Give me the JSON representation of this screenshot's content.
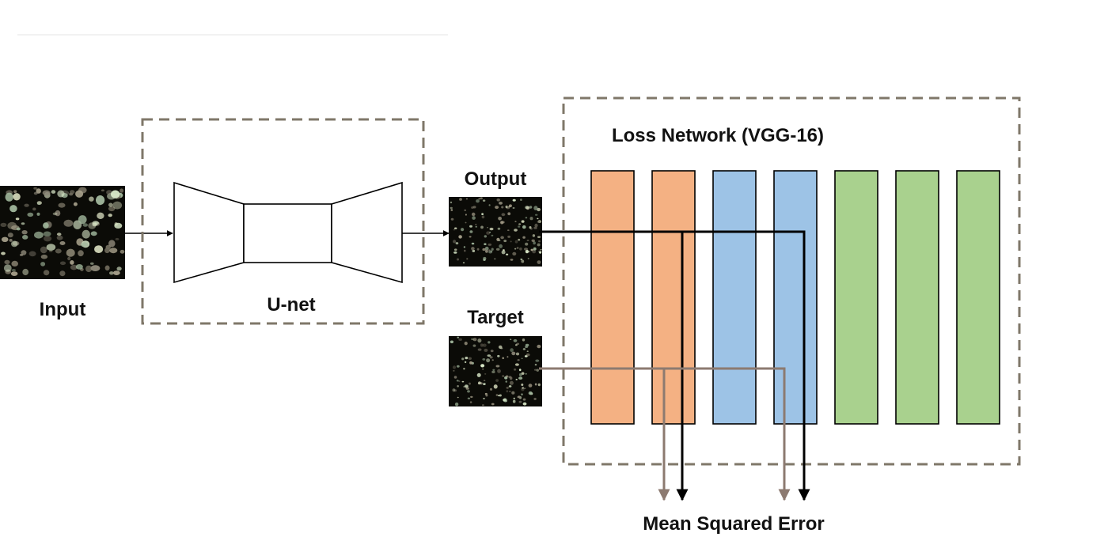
{
  "labels": {
    "input": "Input",
    "unet": "U-net",
    "output": "Output",
    "target": "Target",
    "loss_network": "Loss Network (VGG-16)",
    "mse": "Mean Squared Error"
  },
  "vgg_layers": [
    {
      "group": "orange",
      "color": "#f4b183"
    },
    {
      "group": "orange",
      "color": "#f4b183"
    },
    {
      "group": "blue",
      "color": "#9dc3e6"
    },
    {
      "group": "blue",
      "color": "#9dc3e6"
    },
    {
      "group": "green",
      "color": "#a9d18e"
    },
    {
      "group": "green",
      "color": "#a9d18e"
    },
    {
      "group": "green",
      "color": "#a9d18e"
    }
  ],
  "colors": {
    "dashed_box": "#7f7769",
    "output_path": "#000000",
    "target_path": "#8c7a70",
    "micrograph_bg": "#0b0b07"
  }
}
